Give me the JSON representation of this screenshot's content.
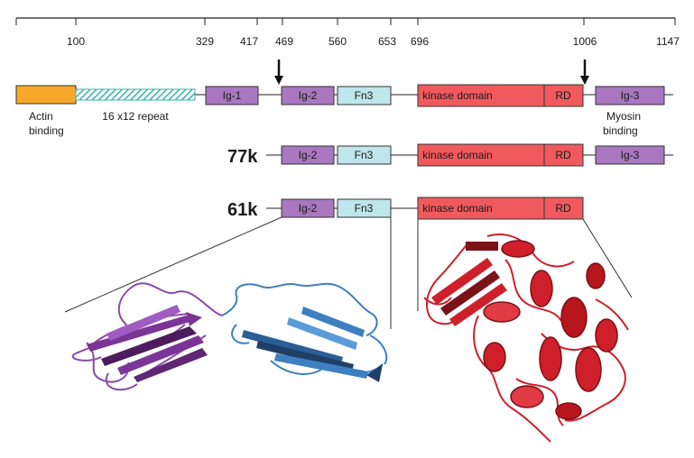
{
  "scale": {
    "ticks": [
      "100",
      "329",
      "417",
      "469",
      "560",
      "653",
      "696",
      "1006",
      "1147"
    ]
  },
  "full_length": {
    "actin_note": [
      "Actin",
      "binding"
    ],
    "repeat_label": "16 x12 repeat",
    "ig1": "Ig-1",
    "ig2": "Ig-2",
    "fn3": "Fn3",
    "kinase": "kinase domain",
    "rd": "RD",
    "ig3": "Ig-3",
    "myosin_note": [
      "Myosin",
      "binding"
    ]
  },
  "fragment_77k": {
    "label": "77k",
    "ig2": "Ig-2",
    "fn3": "Fn3",
    "kinase": "kinase domain",
    "rd": "RD",
    "ig3": "Ig-3"
  },
  "fragment_61k": {
    "label": "61k",
    "ig2": "Ig-2",
    "fn3": "Fn3",
    "kinase": "kinase domain",
    "rd": "RD"
  },
  "colors": {
    "actin": "#f5a82a",
    "repeat": "#35b3ad",
    "ig": "#a877bf",
    "fn3": "#bfe6ea",
    "kinase": "#f05a5e",
    "structure_ig": "#7b3596",
    "structure_fn3": "#3d7fc0",
    "structure_kinase": "#cf1f2a"
  }
}
